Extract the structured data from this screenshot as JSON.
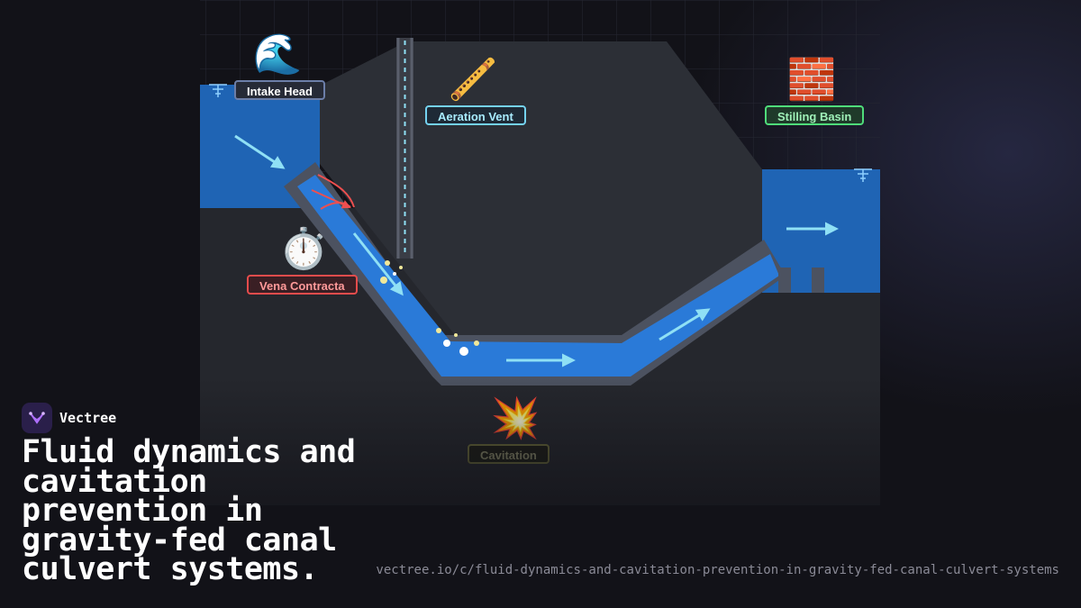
{
  "colors": {
    "water": "#2a7ad8",
    "water_dark": "#1f64b4",
    "structure": "#2c2f36",
    "flow_arrow": "#8fe0f5",
    "separation_arrow": "#ee4f4f",
    "bubble": "#f0e89a"
  },
  "labels": {
    "intake_head": {
      "text": "Intake Head",
      "icon": "water-wave-icon",
      "border": "#6c7ea8",
      "fill": "#262a36"
    },
    "aeration_vent": {
      "text": "Aeration Vent",
      "icon": "flute-icon",
      "border": "#74d2f0",
      "fill": "#1e2a36"
    },
    "stilling_basin": {
      "text": "Stilling Basin",
      "icon": "brick-icon",
      "border": "#4fdc7a",
      "fill": "#1f3a2a"
    },
    "vena_contracta": {
      "text": "Vena Contracta",
      "icon": "stopwatch-icon",
      "border": "#e64c4c",
      "fill": "#3a1f24"
    },
    "cavitation": {
      "text": "Cavitation",
      "icon": "explosion-icon",
      "border": "#6a6a3a",
      "fill": "#1c1d16"
    }
  },
  "icons": {
    "water_level": "water-level-marker-icon",
    "brand": "vectree-logo-icon"
  },
  "brand": {
    "name": "Vectree"
  },
  "headline": "Fluid dynamics and cavitation prevention in gravity-fed canal culvert systems.",
  "url": "vectree.io/c/fluid-dynamics-and-cavitation-prevention-in-gravity-fed-canal-culvert-systems"
}
